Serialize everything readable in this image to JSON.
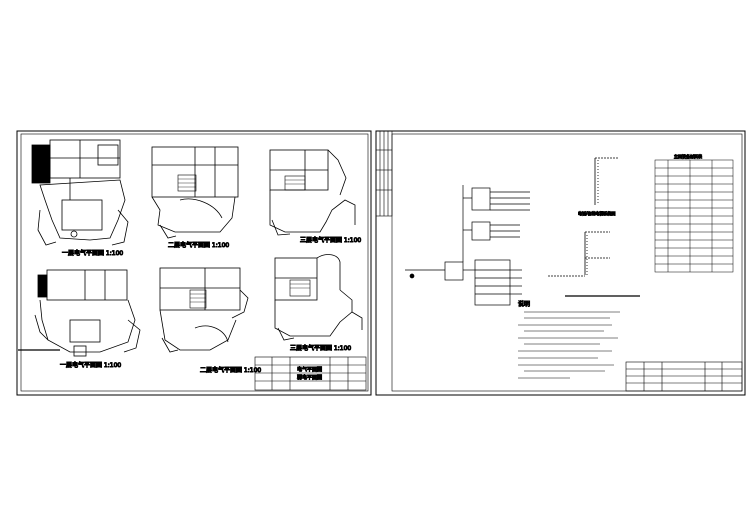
{
  "left_sheet": {
    "plans": [
      {
        "label": "一层电气平面图 1:100"
      },
      {
        "label": "二层电气平面图 1:100"
      },
      {
        "label": "三层电气平面图 1:100"
      },
      {
        "label": "一层电气平面图 1:100"
      },
      {
        "label": "二层电气平面图 1:100"
      },
      {
        "label": "三层电气平面图 1:100"
      }
    ],
    "title_block": {
      "drawing_title_1": "电气平面图",
      "drawing_title_2": "弱电平面图"
    }
  },
  "right_sheet": {
    "legend_title": "主要设备材料表",
    "notes_title": "说明",
    "riser_label": "电话/有线电视系统图"
  }
}
